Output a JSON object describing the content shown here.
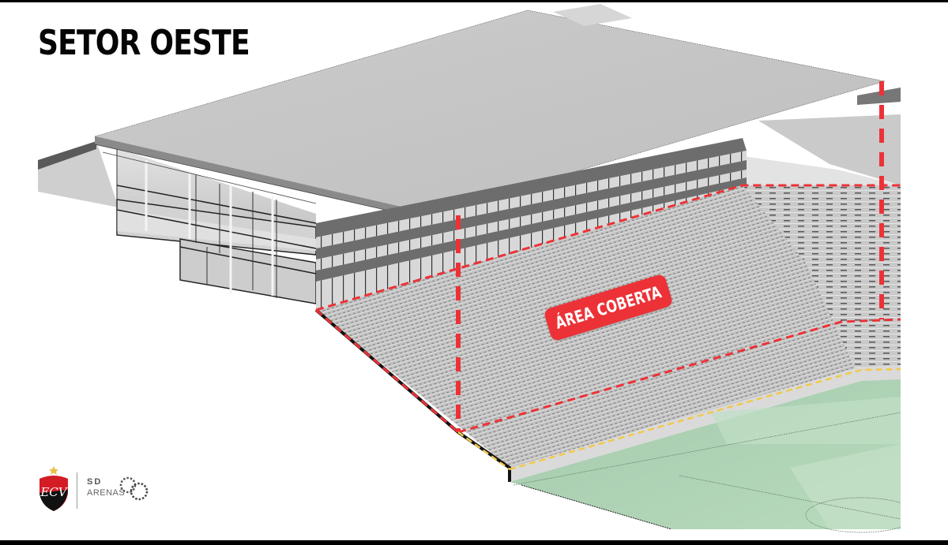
{
  "slide": {
    "title": "SETOR OESTE",
    "label": "ÁREA COBERTA",
    "colors": {
      "accent_red": "#ec3237",
      "marker_yellow": "#f2c94c",
      "roof_gray": "#c4c4c4",
      "seat_gray": "#b9b9b9",
      "pitch_green": "#a9cdb0",
      "background": "#ffffff"
    }
  },
  "logos": {
    "club_crest": "ecv-crest-icon",
    "partner_top": "SD",
    "partner_bottom": "ARENAS"
  },
  "legend": {
    "covered_area_line": "red-dashed",
    "pitch_boundary_line": "yellow-dashed"
  }
}
